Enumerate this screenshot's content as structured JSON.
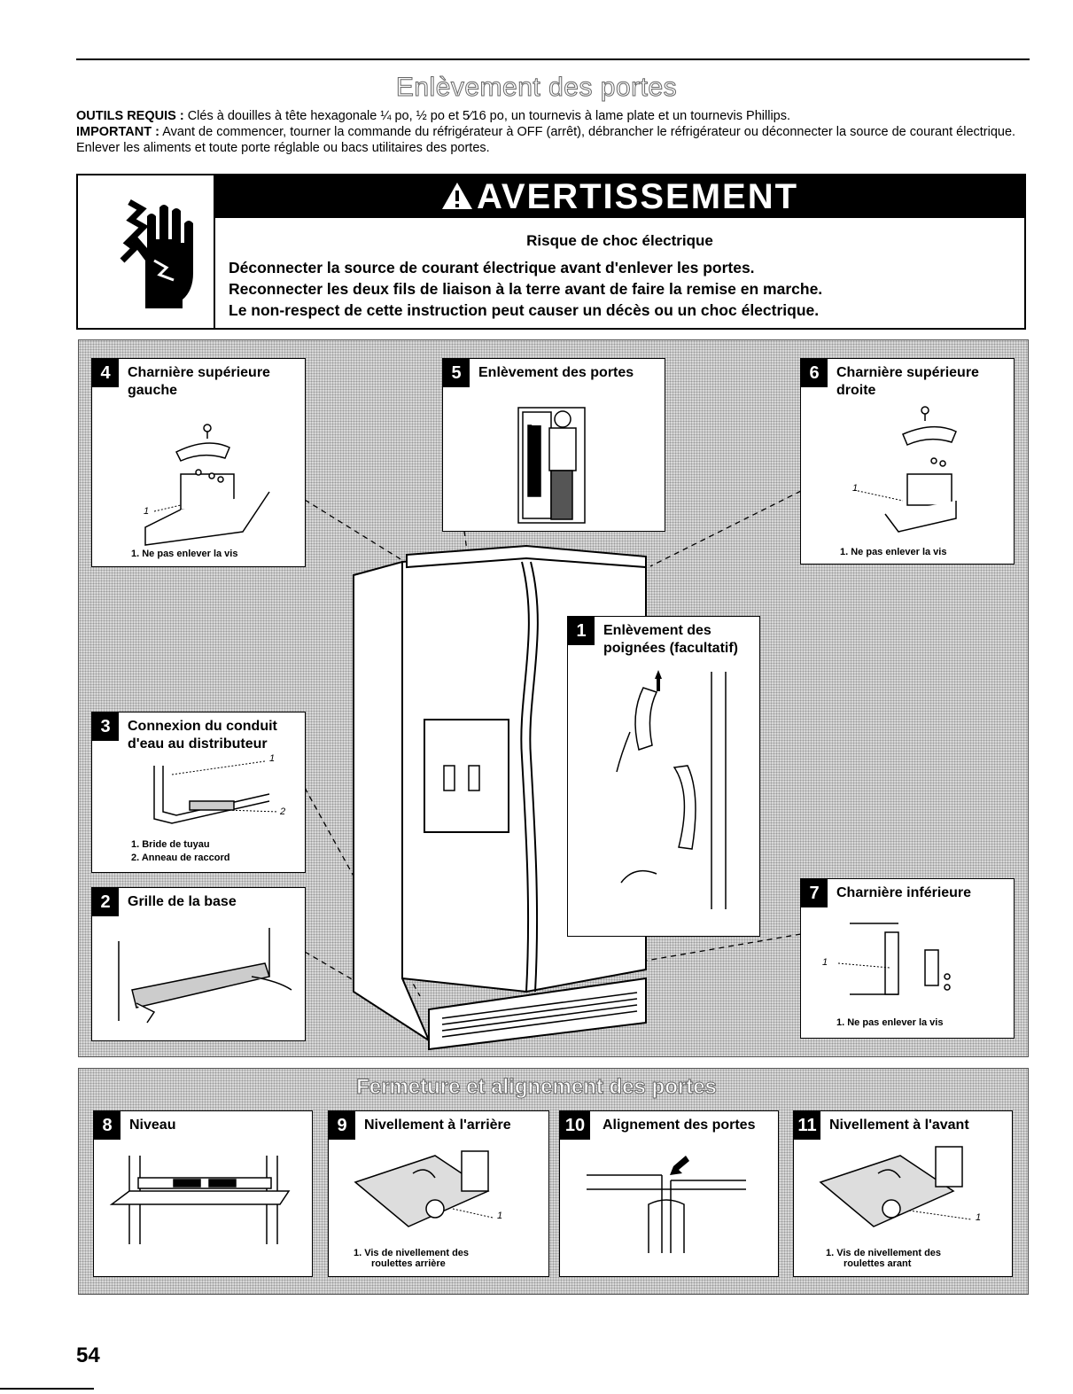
{
  "page": {
    "title": "Enlèvement des portes",
    "page_number": "54"
  },
  "intro": {
    "tools_label": "OUTILS REQUIS :",
    "tools_text": "Clés à douilles à tête hexagonale ¼ po, ½ po et 5⁄16 po, un tournevis à lame plate et un tournevis Phillips.",
    "important_label": "IMPORTANT :",
    "important_text": "Avant de commencer, tourner la commande du réfrigérateur à OFF (arrêt), débrancher le réfrigérateur ou déconnecter la source de courant électrique. Enlever les aliments et toute porte réglable ou bacs utilitaires des portes."
  },
  "warning": {
    "heading": "AVERTISSEMENT",
    "subtitle": "Risque de choc électrique",
    "lines": [
      "Déconnecter la source de courant électrique avant d'enlever les portes.",
      "Reconnecter les deux fils de liaison à la terre avant de faire la remise en marche.",
      "Le non-respect de cette instruction peut causer un décès ou un choc électrique."
    ],
    "icon": "electrical-shock-hand-icon"
  },
  "steps": {
    "s4": {
      "num": "4",
      "title1": "Charnière supérieure",
      "title2": "gauche",
      "callout": "1",
      "caption": "1. Ne pas enlever la vis"
    },
    "s5": {
      "num": "5",
      "title1": "Enlèvement des portes"
    },
    "s6": {
      "num": "6",
      "title1": "Charnière supérieure",
      "title2": "droite",
      "callout": "1",
      "caption": "1. Ne pas enlever la vis"
    },
    "s1": {
      "num": "1",
      "title1": "Enlèvement des",
      "title2": "poignées (facultatif)"
    },
    "s3": {
      "num": "3",
      "title1": "Connexion du conduit",
      "title2": "d'eau au distributeur",
      "callout1": "1",
      "callout2": "2",
      "caption1": "1. Bride de tuyau",
      "caption2": "2. Anneau de raccord"
    },
    "s2": {
      "num": "2",
      "title1": "Grille de la base"
    },
    "s7": {
      "num": "7",
      "title1": "Charnière inférieure",
      "callout": "1",
      "caption": "1. Ne pas enlever la vis"
    }
  },
  "closing": {
    "title": "Fermeture et alignement des portes",
    "s8": {
      "num": "8",
      "title": "Niveau"
    },
    "s9": {
      "num": "9",
      "title": "Nivellement à l'arrière",
      "callout": "1",
      "caption1": "1. Vis de nivellement des",
      "caption2": "roulettes arrière"
    },
    "s10": {
      "num": "10",
      "title": "Alignement des portes"
    },
    "s11": {
      "num": "11",
      "title": "Nivellement à l'avant",
      "callout": "1",
      "caption1": "1. Vis de nivellement des",
      "caption2": "roulettes arant"
    }
  }
}
